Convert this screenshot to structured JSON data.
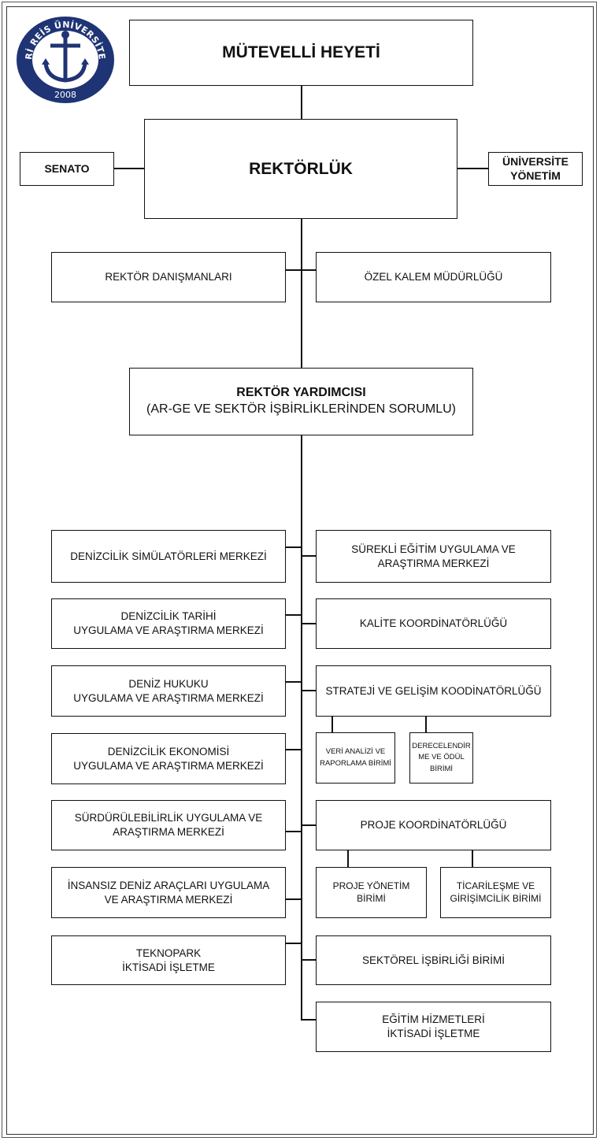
{
  "logo": {
    "text_top": "PİRİ REİS ÜNİVERSİTESİ",
    "year": "2008",
    "color": "#1f3474"
  },
  "top": {
    "board": "MÜTEVELLİ HEYETİ",
    "rectorate": "REKTÖRLÜK",
    "senate": "SENATO",
    "management": [
      "ÜNİVERSİTE",
      "YÖNETİM"
    ]
  },
  "advisors": {
    "left": "REKTÖR DANIŞMANLARI",
    "right": "ÖZEL KALEM MÜDÜRLÜĞÜ"
  },
  "vice_rector": {
    "title": "REKTÖR YARDIMCISI",
    "subtitle": "(AR-GE VE SEKTÖR İŞBİRLİKLERİNDEN SORUMLU)"
  },
  "left_units": [
    [
      "DENİZCİLİK SİMÜLATÖRLERİ MERKEZİ"
    ],
    [
      "DENİZCİLİK TARİHİ",
      "UYGULAMA VE ARAŞTIRMA MERKEZİ"
    ],
    [
      "DENİZ HUKUKU",
      "UYGULAMA VE ARAŞTIRMA MERKEZİ"
    ],
    [
      "DENİZCİLİK EKONOMİSİ",
      "UYGULAMA VE ARAŞTIRMA MERKEZİ"
    ],
    [
      "SÜRDÜRÜLEBİLİRLİK UYGULAMA VE",
      "ARAŞTIRMA MERKEZİ"
    ],
    [
      "İNSANSIZ DENİZ ARAÇLARI UYGULAMA",
      "VE ARAŞTIRMA MERKEZİ"
    ],
    [
      "TEKNOPARK",
      "İKTİSADİ İŞLETME"
    ]
  ],
  "right_units": [
    [
      "SÜREKLİ EĞİTİM UYGULAMA VE",
      "ARAŞTIRMA MERKEZİ"
    ],
    [
      "KALİTE KOORDİNATÖRLÜĞÜ"
    ],
    [
      "STRATEJİ VE GELİŞİM KOODİNATÖRLÜĞÜ"
    ],
    [
      "PROJE KOORDİNATÖRLÜĞÜ"
    ],
    [
      "SEKTÖREL İŞBİRLİĞİ BİRİMİ"
    ],
    [
      "EĞİTİM HİZMETLERİ",
      "İKTİSADİ İŞLETME"
    ]
  ],
  "strategy_subunits": [
    [
      "VERİ ANALİZİ VE",
      "RAPORLAMA BİRİMİ"
    ],
    [
      "DERECELENDİR",
      "ME VE ÖDÜL",
      "BİRİMİ"
    ]
  ],
  "project_subunits": [
    [
      "PROJE YÖNETİM",
      "BİRİMİ"
    ],
    [
      "TİCARİLEŞME VE",
      "GİRİŞİMCİLİK BİRİMİ"
    ]
  ]
}
